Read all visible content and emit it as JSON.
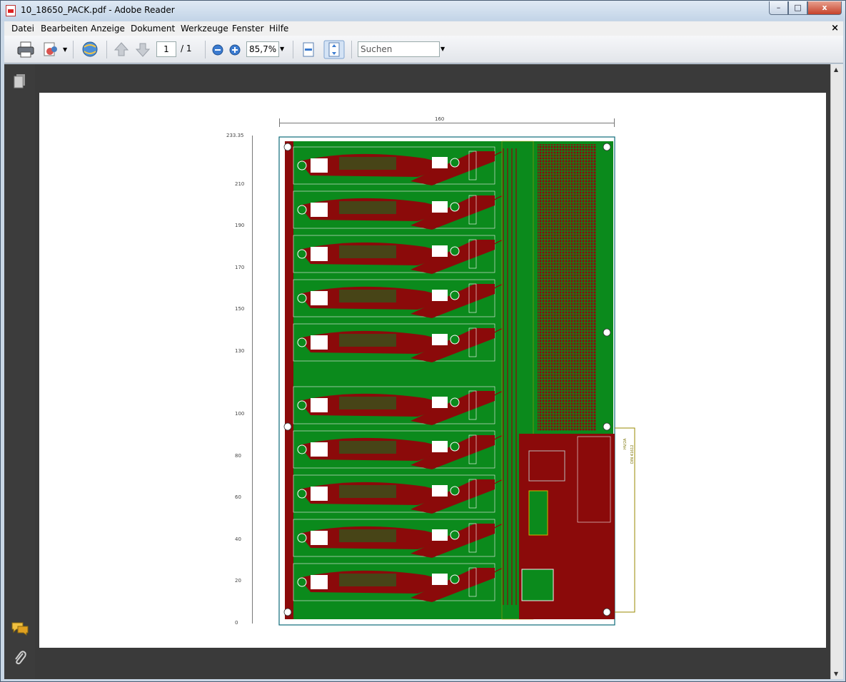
{
  "window": {
    "title": "10_18650_PACK.pdf - Adobe Reader",
    "min": "–",
    "max": "□",
    "close": "x"
  },
  "menu": [
    "Datei",
    "Bearbeiten",
    "Anzeige",
    "Dokument",
    "Werkzeuge",
    "Fenster",
    "Hilfe"
  ],
  "menu_close": "×",
  "toolbar": {
    "page_current": "1",
    "page_total": "/ 1",
    "zoom": "85,7%",
    "search_placeholder": "Suchen"
  },
  "drawing": {
    "top_dimension": "160",
    "top_left_value": "233.35",
    "y_axis_labels": [
      "210",
      "190",
      "170",
      "150",
      "130",
      "100",
      "80",
      "60",
      "40",
      "20",
      "0"
    ],
    "side_labels": [
      "HV/2A",
      "DIN 41612"
    ]
  },
  "colors": {
    "copper_red": "#8b0a0a",
    "copper_green": "#0b8a1c",
    "board_outline": "#0d6b7a"
  }
}
